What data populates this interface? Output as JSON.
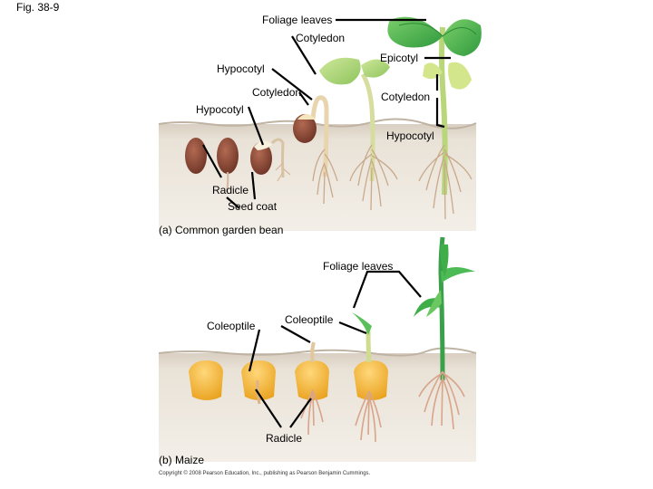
{
  "figure": {
    "number": "Fig. 38-9",
    "copyright": "Copyright © 2008 Pearson Education, Inc., publishing as Pearson Benjamin Cummings."
  },
  "bean": {
    "caption": "(a) Common garden bean",
    "labels": {
      "foliage_leaves": "Foliage leaves",
      "cotyledon_top": "Cotyledon",
      "epicotyl": "Epicotyl",
      "hypocotyl_upper": "Hypocotyl",
      "cotyledon_mid": "Cotyledon",
      "cotyledon_right": "Cotyledon",
      "hypocotyl_left": "Hypocotyl",
      "hypocotyl_right": "Hypocotyl",
      "radicle": "Radicle",
      "seed_coat": "Seed coat"
    }
  },
  "maize": {
    "caption": "(b) Maize",
    "labels": {
      "foliage_leaves": "Foliage leaves",
      "coleoptile_left": "Coleoptile",
      "coleoptile_right": "Coleoptile",
      "radicle": "Radicle"
    }
  },
  "colors": {
    "soil": "#e6ddd0",
    "seed_brown": "#8b4a36",
    "maize_kernel": "#f2b63a",
    "leaf_green": "#3fae49",
    "root": "#c99a7a"
  }
}
